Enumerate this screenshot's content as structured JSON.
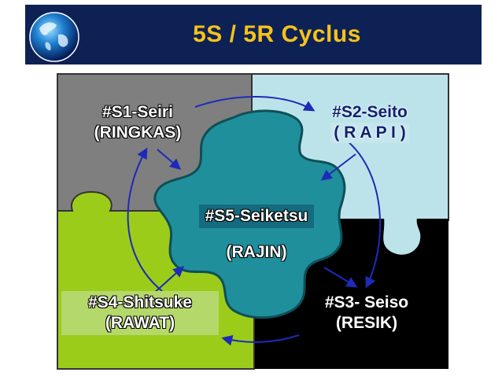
{
  "header": {
    "title": "5S / 5R Cyclus",
    "logo_icon": "globe-icon",
    "background": "#0d2154",
    "title_color": "#f7c21a"
  },
  "pieces": {
    "s1": {
      "line1": "#S1-Seiri",
      "line2": "(RINGKAS)",
      "color": "#7f7f7f"
    },
    "s2": {
      "line1": "#S2-Seito",
      "line2": "( R A P I )",
      "color": "#bde3ea"
    },
    "s3": {
      "line1": "#S3- Seiso",
      "line2": "(RESIK)",
      "color": "#000000"
    },
    "s4": {
      "line1": "#S4-Shitsuke",
      "line2": "(RAWAT)",
      "color": "#9ccc1a"
    },
    "s5": {
      "line1": "#S5-Seiketsu",
      "line2": "(RAJIN)",
      "color": "#1f8f9b"
    }
  },
  "arrow_color": "#1e2ab8"
}
